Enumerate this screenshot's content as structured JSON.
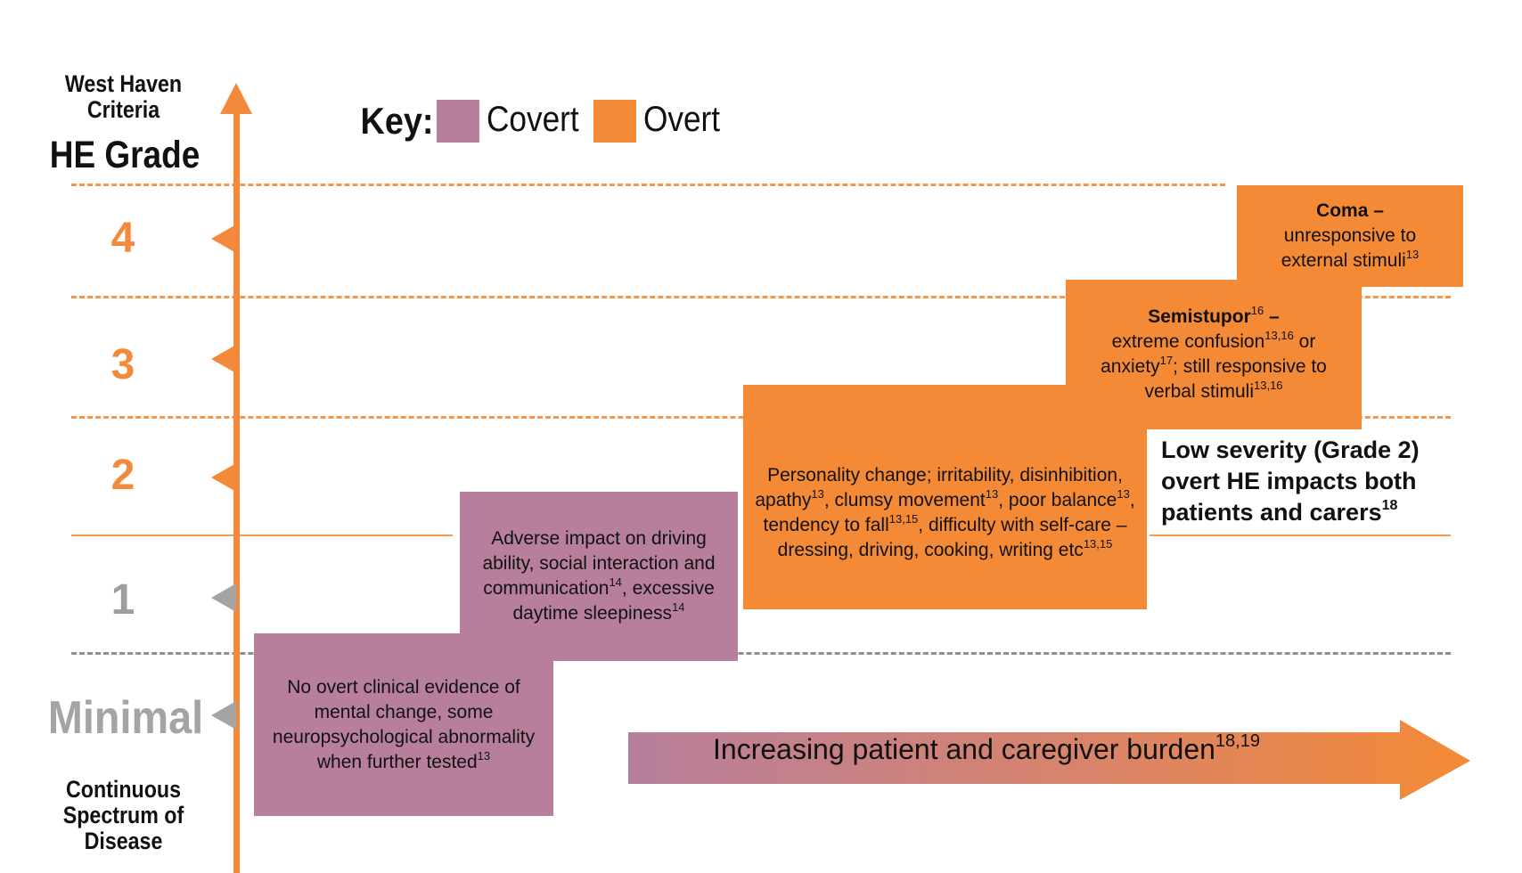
{
  "header": {
    "wh_criteria": "West Haven Criteria",
    "he_grade": "HE Grade",
    "spectrum": "Continuous Spectrum of Disease"
  },
  "key": {
    "label": "Key:",
    "covert": "Covert",
    "overt": "Overt",
    "covert_color": "#b77f9c",
    "overt_color": "#f48a35"
  },
  "grades": [
    "4",
    "3",
    "2",
    "1",
    "Minimal"
  ],
  "boxes": {
    "coma": {
      "title": "Coma –",
      "text": "unresponsive to external stimuli",
      "ref": "13"
    },
    "semistupor": {
      "title": "Semistupor",
      "title_ref": "16",
      "dash": " –",
      "t1": "extreme confusion",
      "r1": "13,16",
      "t2": " or anxiety",
      "r2": "17",
      "t3": "; still responsive to verbal stimuli",
      "r3": "13,16"
    },
    "personality": {
      "t1": "Personality change; irritability, disinhibition, apathy",
      "r1": "13",
      "t2": ", clumsy movement",
      "r2": "13",
      "t3": ", poor balance",
      "r3": "13",
      "t4": ", tendency to fall",
      "r4": "13,15",
      "t5": ", difficulty with self-care – dressing, driving, cooking, writing etc",
      "r5": "13,15"
    },
    "adverse": {
      "t1": "Adverse impact on driving ability, social interaction and communication",
      "r1": "14",
      "t2": ", excessive daytime sleepiness",
      "r2": "14"
    },
    "minimal": {
      "t1": "No overt clinical evidence of mental change, some neuropsychological abnormality when further tested",
      "r1": "13"
    }
  },
  "impact": {
    "text": "Low severity (Grade 2) overt HE impacts both patients and carers",
    "ref": "18"
  },
  "burden": {
    "text": "Increasing patient and caregiver burden",
    "ref": "18,19"
  }
}
